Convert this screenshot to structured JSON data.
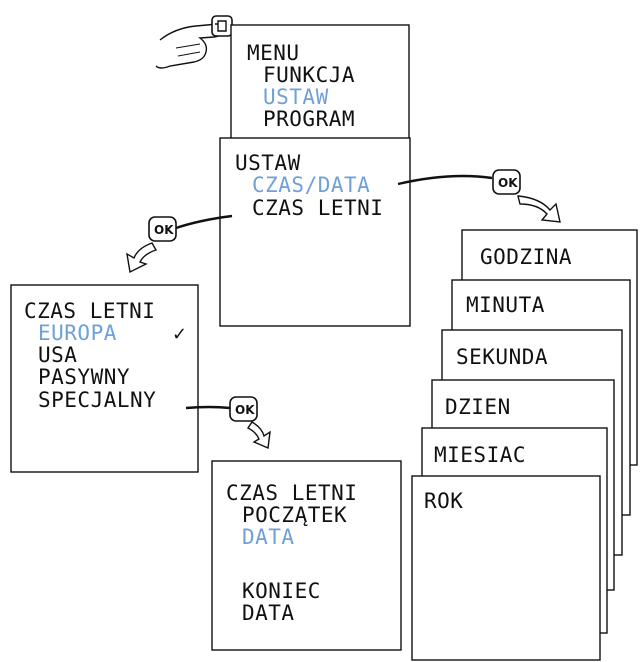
{
  "menu": {
    "title": "MENU",
    "items": [
      "FUNKCJA",
      "USTAW",
      "PROGRAM"
    ]
  },
  "ustaw": {
    "title": "USTAW",
    "items": [
      "CZAS/DATA",
      "CZAS LETNI"
    ]
  },
  "czas_letni": {
    "title": "CZAS LETNI",
    "items": [
      "EUROPA",
      "USA",
      "PASYWNY",
      "SPECJALNY"
    ],
    "check": "✓"
  },
  "specjalny": {
    "title": "CZAS LETNI",
    "start_label": "POCZĄTEK",
    "start_value": "DATA",
    "end_label": "KONIEC",
    "end_value": "DATA"
  },
  "time_cards": [
    "GODZINA",
    "MINUTA",
    "SEKUNDA",
    "DZIEN",
    "MIESIAC",
    "ROK"
  ],
  "ok_label": "OK",
  "colors": {
    "highlight": "#6fa0d8",
    "ink": "#111111"
  }
}
